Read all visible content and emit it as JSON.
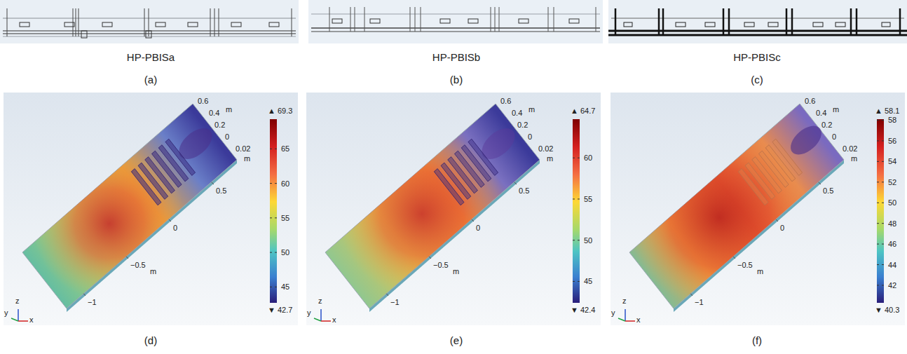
{
  "diagram": {
    "labels": [
      "HP-PBISa",
      "HP-PBISb",
      "HP-PBISc",
      "(a)",
      "(b)",
      "(c)",
      "0.6",
      "0.4",
      "m",
      "0.2",
      "0",
      "0.02",
      "m",
      "0.5",
      "0",
      "−0.5",
      "m",
      "−1",
      "y",
      "z",
      "x",
      "▲ 69.3",
      "65",
      "60",
      "55",
      "50",
      "45",
      "▼ 42.7",
      "0.6",
      "0.4",
      "m",
      "0.2",
      "0",
      "0.02",
      "m",
      "0.5",
      "0",
      "−0.5",
      "m",
      "−1",
      "y",
      "z",
      "x",
      "▲ 64.7",
      "60",
      "55",
      "50",
      "45",
      "▼ 42.4",
      "0.6",
      "0.4",
      "m",
      "0.2",
      "0",
      "0.02",
      "m",
      "0.5",
      "0",
      "−0.5",
      "m",
      "−1",
      "y",
      "z",
      "x",
      "▲ 58.1",
      "58",
      "56",
      "54",
      "52",
      "50",
      "48",
      "46",
      "44",
      "42",
      "▼ 40.3",
      "(d)",
      "(e)",
      "(f)"
    ]
  }
}
